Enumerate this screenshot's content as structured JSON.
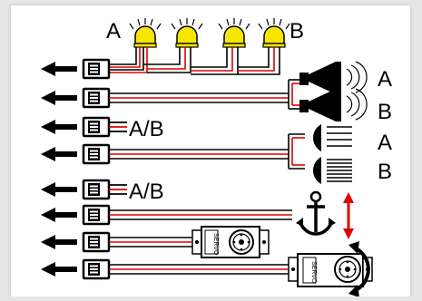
{
  "lamps": {
    "label_left": "A",
    "label_right": "B"
  },
  "horns": {
    "label_top": "A",
    "label_bottom": "B"
  },
  "labels": {
    "channel_ab_1": "A/B",
    "channel_ab_2": "A/B"
  },
  "lights": {
    "label_top": "A",
    "label_bottom": "B"
  },
  "servos": {
    "servo_1_text": "SERVO",
    "servo_2_text": "SERVO"
  },
  "colors": {
    "lamp": "#f7e600",
    "signal_wire": "#e00000",
    "arrow": "#e00000"
  }
}
